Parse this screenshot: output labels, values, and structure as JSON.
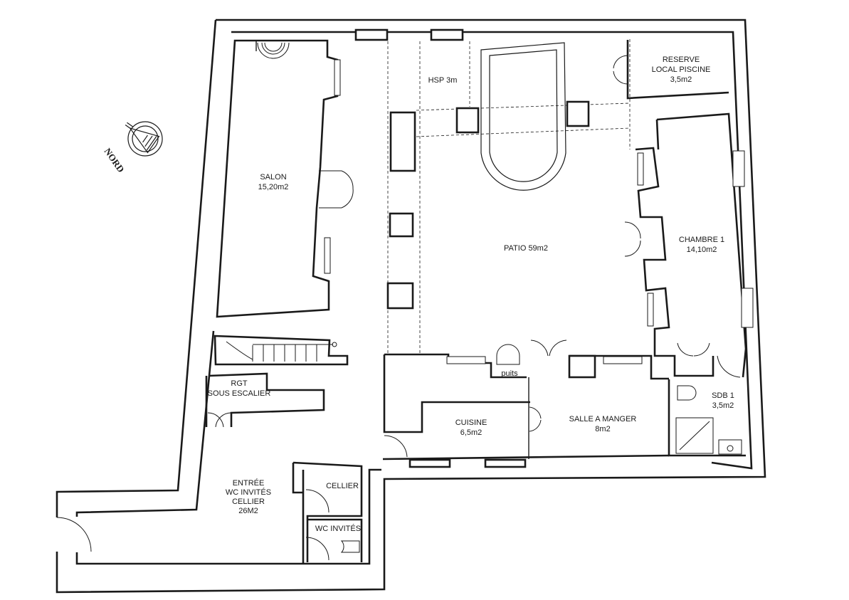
{
  "plan": {
    "rooms": [
      {
        "id": "salon",
        "lines": [
          "SALON",
          "15,20m2"
        ]
      },
      {
        "id": "hsp",
        "lines": [
          "HSP 3m"
        ]
      },
      {
        "id": "reserve",
        "lines": [
          "RESERVE",
          "LOCAL PISCINE",
          "3,5m2"
        ]
      },
      {
        "id": "patio",
        "lines": [
          "PATIO 59m2"
        ]
      },
      {
        "id": "chambre1",
        "lines": [
          "CHAMBRE 1",
          "14,10m2"
        ]
      },
      {
        "id": "rgt",
        "lines": [
          "RGT",
          "SOUS ESCALIER"
        ]
      },
      {
        "id": "puits",
        "lines": [
          "puits"
        ]
      },
      {
        "id": "cuisine",
        "lines": [
          "CUISINE",
          "6,5m2"
        ]
      },
      {
        "id": "salle",
        "lines": [
          "SALLE A MANGER",
          "8m2"
        ]
      },
      {
        "id": "sdb1",
        "lines": [
          "SDB 1",
          "3,5m2"
        ]
      },
      {
        "id": "entree",
        "lines": [
          "ENTRÉE",
          "WC INVITÉS",
          "CELLIER",
          "26M2"
        ]
      },
      {
        "id": "cellier",
        "lines": [
          "CELLIER"
        ]
      },
      {
        "id": "wc",
        "lines": [
          "WC INVITÉS"
        ]
      }
    ],
    "compass_label": "NORD"
  }
}
